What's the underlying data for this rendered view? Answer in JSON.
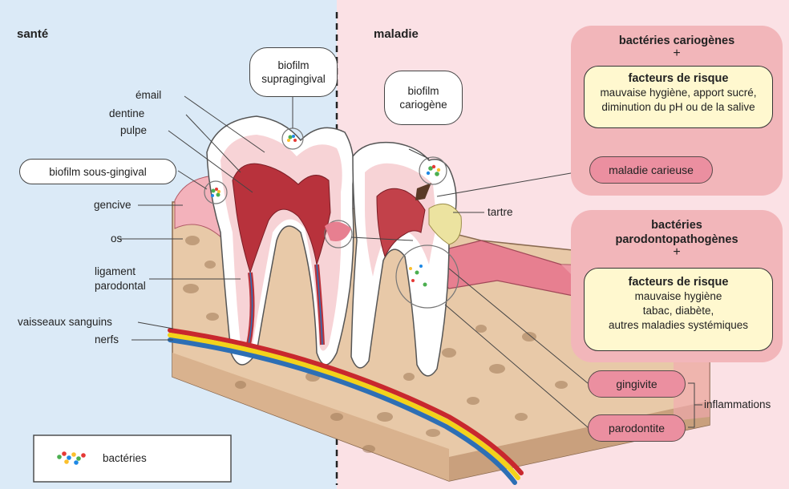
{
  "sections": {
    "health": "santé",
    "disease": "maladie"
  },
  "labels": {
    "email": "émail",
    "dentine": "dentine",
    "pulpe": "pulpe",
    "biofilm_subgingival": "biofilm sous-gingival",
    "gencive": "gencive",
    "os": "os",
    "ligament_line1": "ligament",
    "ligament_line2": "parodontal",
    "vaisseaux": "vaisseaux sanguins",
    "nerfs": "nerfs",
    "biofilm_supra_line1": "biofilm",
    "biofilm_supra_line2": "supragingival",
    "biofilm_cario_line1": "biofilm",
    "biofilm_cario_line2": "cariogène",
    "tartre": "tartre"
  },
  "legend": {
    "bacteria": "bactéries"
  },
  "panel_cario": {
    "title": "bactéries cariogènes",
    "plus": "+",
    "risk_title": "facteurs de risque",
    "risk_line1": "mauvaise hygiène, apport sucré,",
    "risk_line2": "diminution du pH ou de la salive",
    "outcome": "maladie carieuse"
  },
  "panel_perio": {
    "title_line1": "bactéries",
    "title_line2": "parodontopathogènes",
    "plus": "+",
    "risk_title": "facteurs de risque",
    "risk_line1": "mauvaise hygiène",
    "risk_line2": "tabac, diabète,",
    "risk_line3": "autres maladies systémiques"
  },
  "outcomes": {
    "gingivite": "gingivite",
    "parodontite": "parodontite",
    "group_label": "inflammations"
  },
  "colors": {
    "health_bg": "#dbeaf7",
    "disease_bg": "#fbe1e5",
    "panel_bg": "#f2b6ba",
    "risk_box_bg": "#fff8cf",
    "outcome_pill": "#eb8fa0",
    "bone": "#e8c9a8",
    "gum": "#e77f90"
  }
}
